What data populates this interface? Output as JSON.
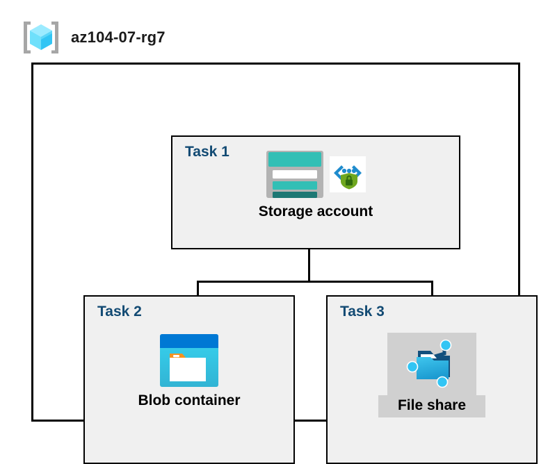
{
  "header": {
    "icon": "azure-resource-group-icon",
    "title": "az104-07-rg7"
  },
  "colors": {
    "task_label": "#124A73",
    "box_border": "#000000",
    "box_fill": "#F0F0F0",
    "highlight": "#D0D0D0",
    "storage_teal": "#32BFB5",
    "storage_teal_dark": "#1D7874",
    "blob_blue": "#0078D4",
    "blob_cyan": "#32BEDD",
    "folder_orange": "#F7921E",
    "shield_green": "#6FA71F",
    "node_cyan": "#32C5F4",
    "rg_cube_cyan": "#50E6FF"
  },
  "diagram": {
    "container_name": "az104-07-rg7",
    "tasks": [
      {
        "label": "Task 1",
        "node_caption": "Storage account",
        "icons": [
          "storage-account-icon",
          "secure-endpoint-shield-icon"
        ],
        "highlighted": false
      },
      {
        "label": "Task 2",
        "node_caption": "Blob container",
        "icons": [
          "blob-container-icon"
        ],
        "highlighted": false
      },
      {
        "label": "Task 3",
        "node_caption": "File share",
        "icons": [
          "file-share-icon"
        ],
        "highlighted": true
      }
    ],
    "connections": [
      {
        "from": "Storage account",
        "to": "Blob container"
      },
      {
        "from": "Storage account",
        "to": "File share"
      }
    ]
  }
}
